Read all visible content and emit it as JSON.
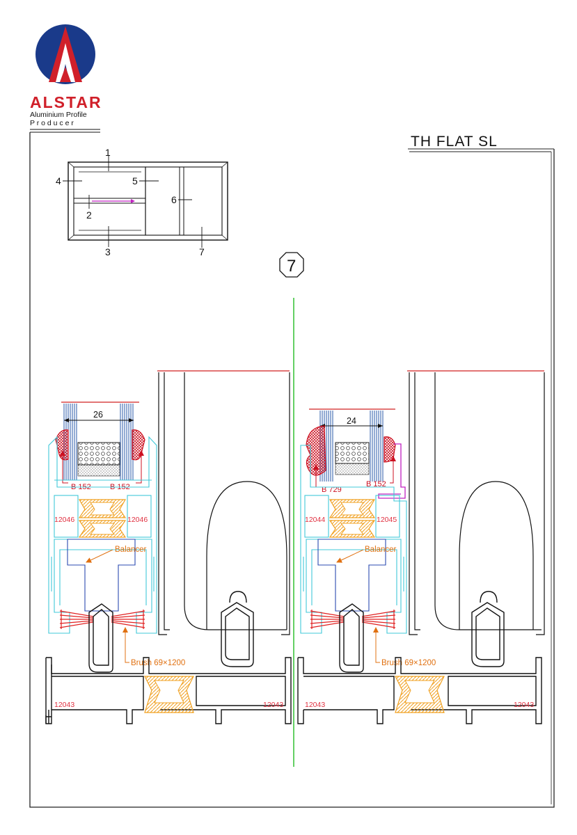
{
  "brand": {
    "name": "ALSTAR",
    "tagline_1": "Aluminium Profile",
    "tagline_2": "P r o d u c e r",
    "colors": {
      "blue": "#1a3a8a",
      "red": "#d0202a",
      "white": "#ffffff"
    }
  },
  "sheet": {
    "title": "TH FLAT SL",
    "detail_number": "7"
  },
  "key_plan": {
    "labels": [
      "1",
      "2",
      "3",
      "4",
      "5",
      "6",
      "7"
    ]
  },
  "left_section": {
    "glass_dim": "26",
    "gasket_left": "B 152",
    "gasket_right": "B 152",
    "sash_code_left": "12046",
    "sash_code_right": "12046",
    "balancer": "Balancer",
    "brush": "Brush 69×1200",
    "frame_code_left": "12043",
    "frame_code_right": "12043"
  },
  "right_section": {
    "glass_dim": "24",
    "gasket_left": "B 729",
    "gasket_right": "B 152",
    "sash_code_left": "12044",
    "sash_code_right": "12045",
    "balancer": "Balancer",
    "brush": "Brush 69×1200",
    "frame_code_left": "12043",
    "frame_code_right": "12043"
  },
  "colors": {
    "profile": "#111111",
    "sash": "#40c8d8",
    "glass": "#2a5aa8",
    "gasket": "#cc1020",
    "thermal_break": "#f0a020",
    "brush": "#e02020",
    "annotation": "#e07010",
    "code": "#e03040",
    "center_line": "#30c030",
    "accessory": "#c020c0"
  }
}
